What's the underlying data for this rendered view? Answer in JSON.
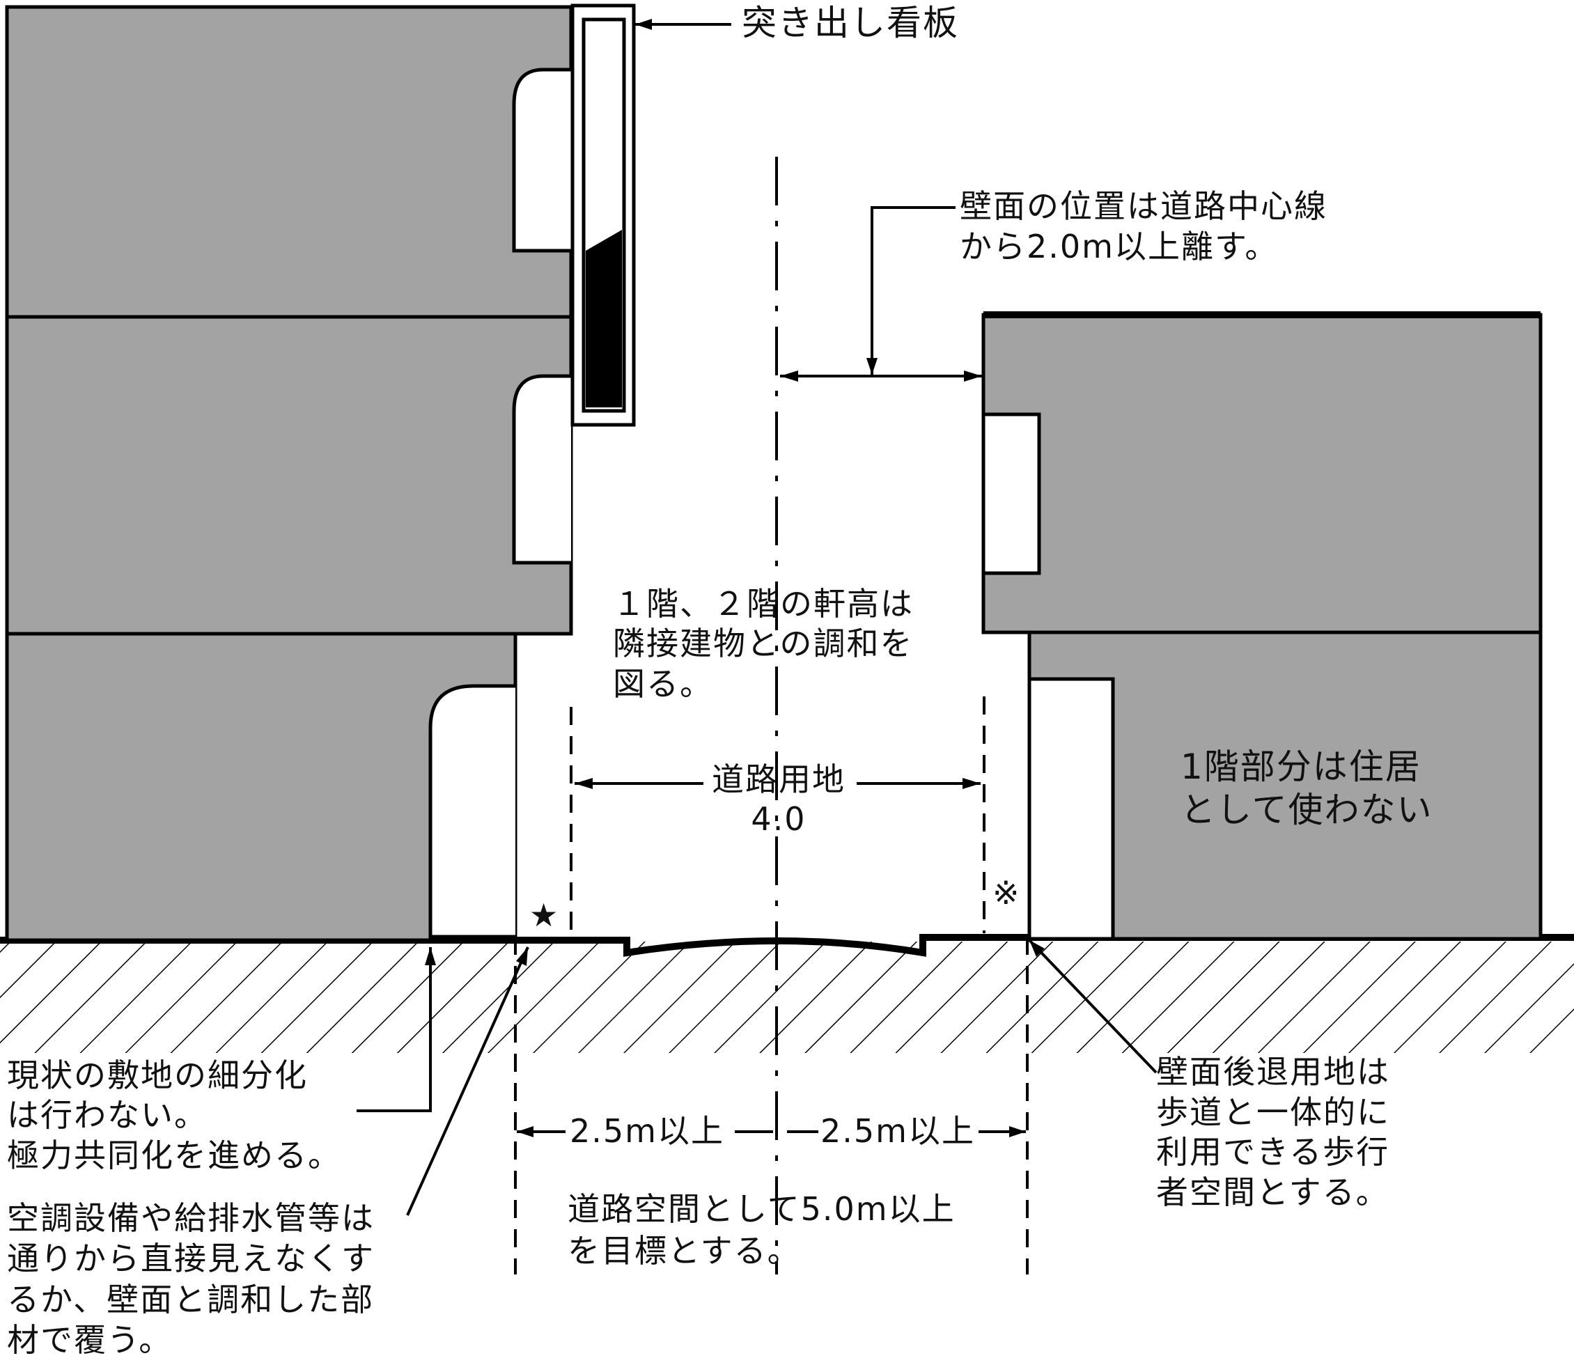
{
  "colors": {
    "building": "#a3a3a3",
    "line": "#000000",
    "background": "#ffffff"
  },
  "labels": {
    "sign": "突き出し看板",
    "wall_position": [
      "壁面の位置は道路中心線",
      "から2.0m以上離す。"
    ],
    "eaves": [
      "１階、２階の軒高は",
      "隣接建物との調和を",
      "図る。"
    ],
    "road_land": "道路用地",
    "road_width": "4.0",
    "first_floor": [
      "1階部分は住居",
      "として使わない"
    ],
    "lot": [
      "現状の敷地の細分化",
      "は行わない。",
      "極力共同化を進める。"
    ],
    "equipment": [
      "空調設備や給排水管等は",
      "通りから直接見えなくす",
      "るか、壁面と調和した部",
      "材で覆う。"
    ],
    "setback_land": [
      "壁面後退用地は",
      "歩道と一体的に",
      "利用できる歩行",
      "者空間とする。"
    ],
    "left_dim": "2.5m以上",
    "right_dim": "2.5m以上",
    "goal": [
      "道路空間として5.0m以上",
      "を目標とする。"
    ],
    "star": "★",
    "ref": "※"
  }
}
